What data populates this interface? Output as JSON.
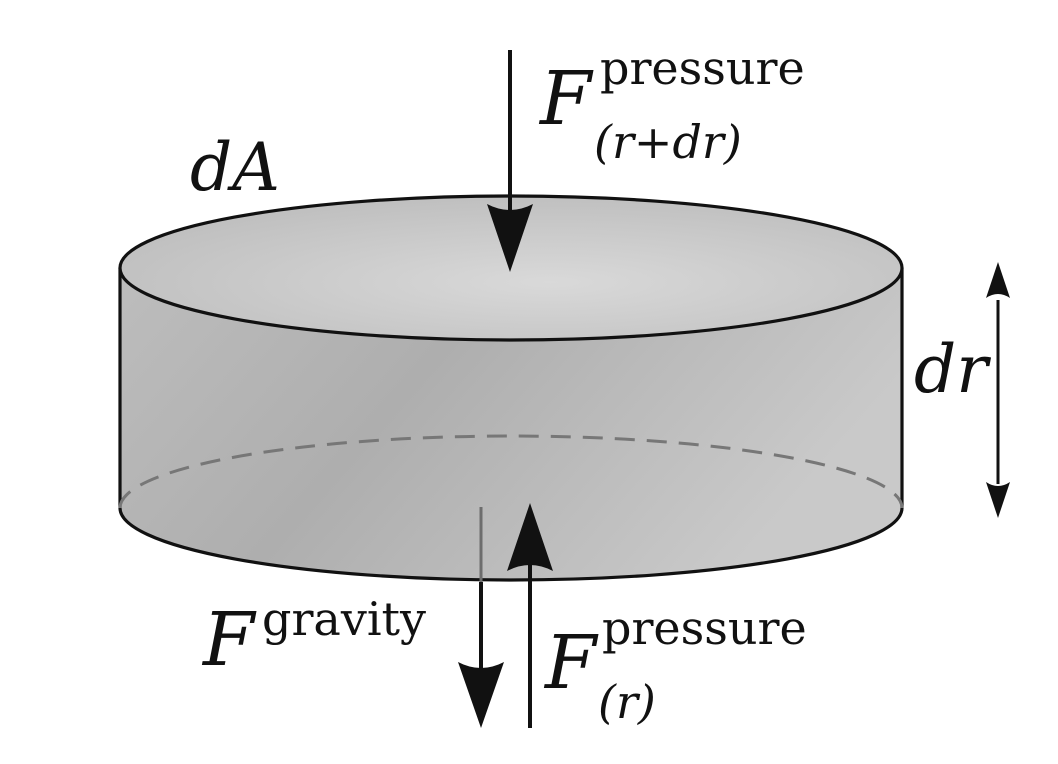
{
  "labels": {
    "area": {
      "var": "dA"
    },
    "top_force": {
      "symbol": "F",
      "superscript": "pressure",
      "subscript": "(r+dr)"
    },
    "height": {
      "var": "dr"
    },
    "gravity_force": {
      "symbol": "F",
      "superscript": "gravity"
    },
    "bottom_force": {
      "symbol": "F",
      "superscript": "pressure",
      "subscript": "(r)"
    }
  },
  "colors": {
    "stroke": "#111111",
    "fill_light": "#d6d6d6",
    "fill_mid": "#b9b9b9",
    "hidden_edge": "#777777",
    "gravity_shaft": "#6d6d6d"
  }
}
